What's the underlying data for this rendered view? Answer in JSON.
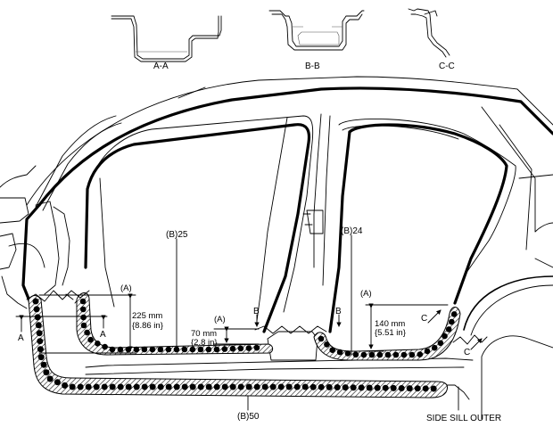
{
  "sections": [
    {
      "label": "A-A"
    },
    {
      "label": "B-B"
    },
    {
      "label": "C-C"
    }
  ],
  "callouts": {
    "b25": "(B)25",
    "b24": "(B)24",
    "b50": "(B)50",
    "side_sill": "SIDE SILL OUTER"
  },
  "markers": {
    "a_ref": "(A)",
    "a_letter": "A",
    "b_letter": "B",
    "c_letter": "C"
  },
  "dimensions": {
    "front": {
      "ref": "(A)",
      "mm": "225 mm",
      "inch": "{8.86 in}"
    },
    "mid": {
      "ref": "(A)",
      "mm": "70 mm",
      "inch": "{2.8 in}"
    },
    "rear": {
      "ref": "(A)",
      "mm": "140 mm",
      "inch": "{5.51 in}"
    }
  }
}
